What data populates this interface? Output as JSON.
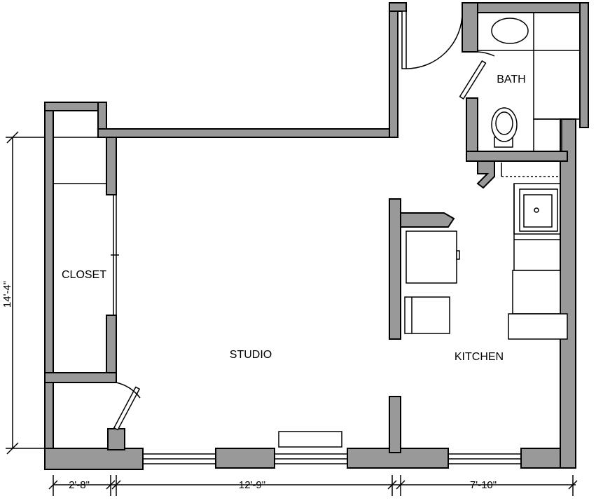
{
  "rooms": {
    "closet": "CLOSET",
    "studio": "STUDIO",
    "kitchen": "KITCHEN",
    "bath": "BATH"
  },
  "dimensions": {
    "height": "14'-4\"",
    "closet_width": "2'-8\"",
    "studio_width": "12'-9\"",
    "kitchen_width": "7'-10\""
  },
  "colors": {
    "wall_fill": "#999999",
    "line": "#000000",
    "background": "#ffffff"
  }
}
